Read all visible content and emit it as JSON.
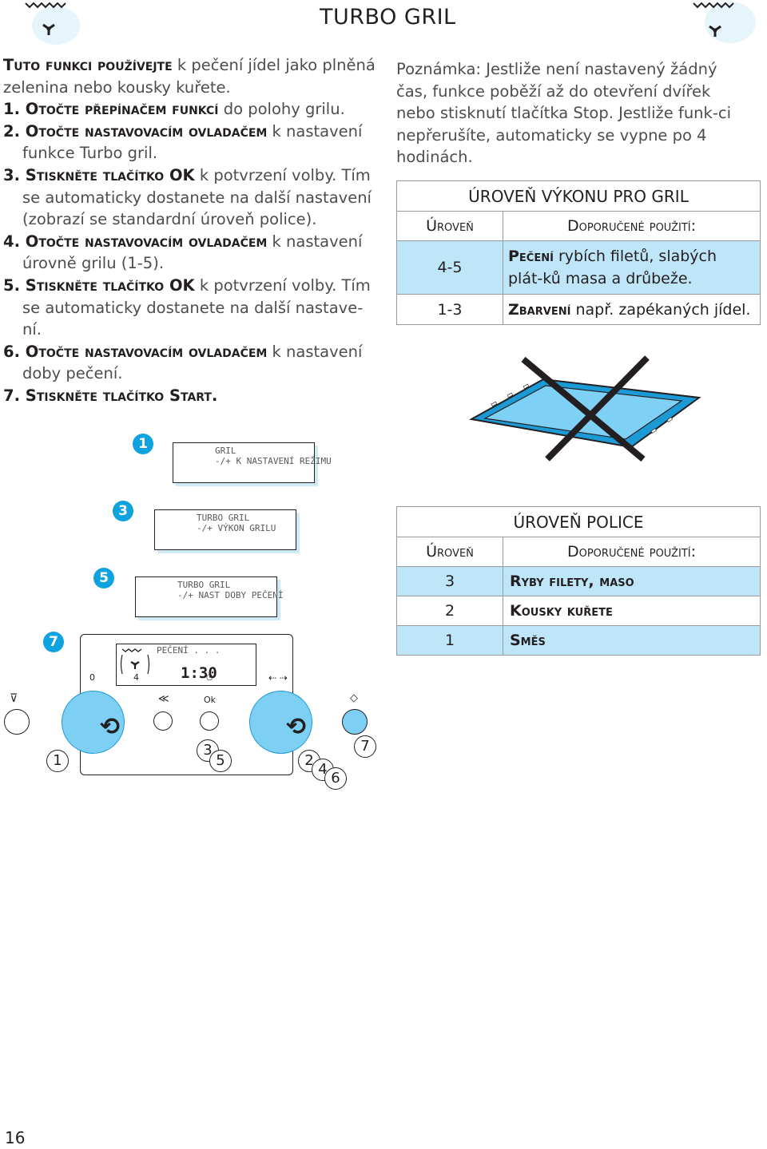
{
  "header": {
    "title": "TURBO GRIL"
  },
  "instructions": {
    "intro_k": "Tuto funkci používejte",
    "intro_t": " k pečení jídel jako plněná zelenina nebo kousky kuřete.",
    "s1_n": "1.",
    "s1_k": " Otočte přepínačem funkcí",
    "s1_t": " do polohy grilu.",
    "s2_n": "2.",
    "s2_k": " Otočte nastavovacím ovladačem",
    "s2_t": " k nastavení funkce Turbo gril.",
    "s3_n": "3.",
    "s3_k": " Stiskněte tlačítko OK",
    "s3_t": " k potvrzení volby. Tím se automaticky dostanete na další nastavení (zobrazí se standardní úroveň police).",
    "s4_n": "4.",
    "s4_k": " Otočte nastavovacím ovladačem",
    "s4_t": " k nastavení úrovně grilu (1-5).",
    "s5_n": "5.",
    "s5_k": " Stiskněte tlačítko OK",
    "s5_t": " k potvrzení volby. Tím se automaticky dostanete na další nastave-ní.",
    "s6_n": "6.",
    "s6_k": " Otočte nastavovacím ovladačem",
    "s6_t": " k nastavení doby pečení.",
    "s7_n": "7.",
    "s7_k": " Stiskněte tlačítko Start."
  },
  "note": "Poznámka: Jestliže není nastavený žádný čas, funkce poběží až do otevření dvířek nebo stisknutí tlačítka Stop. Jestliže funk-ci nepřerušíte, automaticky se vypne po 4 hodinách.",
  "power_table": {
    "title": "ÚROVEŇ VÝKONU PRO GRIL",
    "col_level": "Úroveň",
    "col_use": "Doporučené použití:",
    "rows": [
      {
        "level": "4-5",
        "use_k": "Pečení",
        "use_t": " rybích filetů, slabých plát-ků masa a drůbeže."
      },
      {
        "level": "1-3",
        "use_k": "Zbarvení",
        "use_t": " např. zapékaných jídel."
      }
    ]
  },
  "shelf_table": {
    "title": "ÚROVEŇ POLICE",
    "col_level": "Úroveň",
    "col_use": "Doporučené použití:",
    "rows": [
      {
        "level": "3",
        "use_k": "Ryby filety, maso"
      },
      {
        "level": "2",
        "use_k": "Kousky kuřete"
      },
      {
        "level": "1",
        "use_k": "Směs"
      }
    ]
  },
  "displays": [
    {
      "step": "1",
      "line1": "GRIL",
      "line2": "-/+ K NASTAVENÍ REŽIMU"
    },
    {
      "step": "3",
      "line1": "TURBO GRIL",
      "line2": "-/+ VÝKON GRILU"
    },
    {
      "step": "5",
      "line1": "TURBO GRIL",
      "line2": "-/+ NAST DOBY PEČENÍ"
    }
  ],
  "panel": {
    "step": "7",
    "display_text": "PEČENÍ . . .",
    "time": "1:30",
    "left_marker": "0",
    "level_marker": "4",
    "ok_label": "Ok",
    "back_glyph": "≪",
    "callouts": [
      "1",
      "3",
      "5",
      "2",
      "4",
      "6",
      "7"
    ]
  },
  "colors": {
    "accent": "#0ea3e0",
    "table_highlight": "#bfe5f8",
    "knob": "#7dd0f4"
  },
  "footer": {
    "page_number": "16"
  }
}
